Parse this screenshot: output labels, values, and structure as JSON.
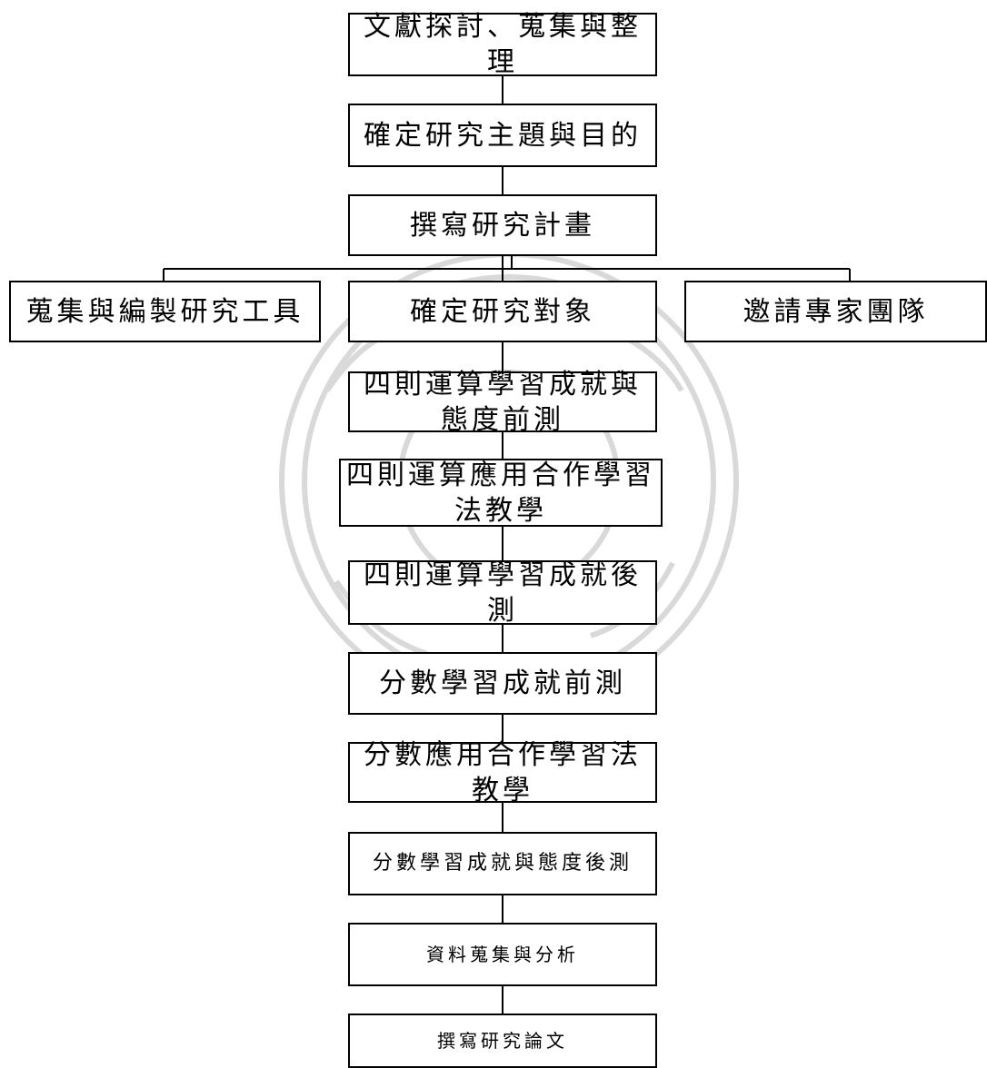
{
  "diagram": {
    "steps": {
      "literature": "文獻探討、蒐集與整理",
      "topic": "確定研究主題與目的",
      "plan": "撰寫研究計畫",
      "tools": "蒐集與編製研究工具",
      "subjects": "確定研究對象",
      "experts": "邀請專家團隊",
      "arith_pretest": "四則運算學習成就與態度前測",
      "arith_teaching": "四則運算應用合作學習法教學",
      "arith_posttest": "四則運算學習成就後測",
      "fraction_pretest": "分數學習成就前測",
      "fraction_teaching": "分數應用合作學習法教學",
      "fraction_posttest": "分數學習成就與態度後測",
      "analysis": "資料蒐集與分析",
      "thesis": "撰寫研究論文"
    },
    "colors": {
      "stroke": "#000000",
      "background": "#ffffff",
      "watermark": "#d9d9d9"
    }
  }
}
